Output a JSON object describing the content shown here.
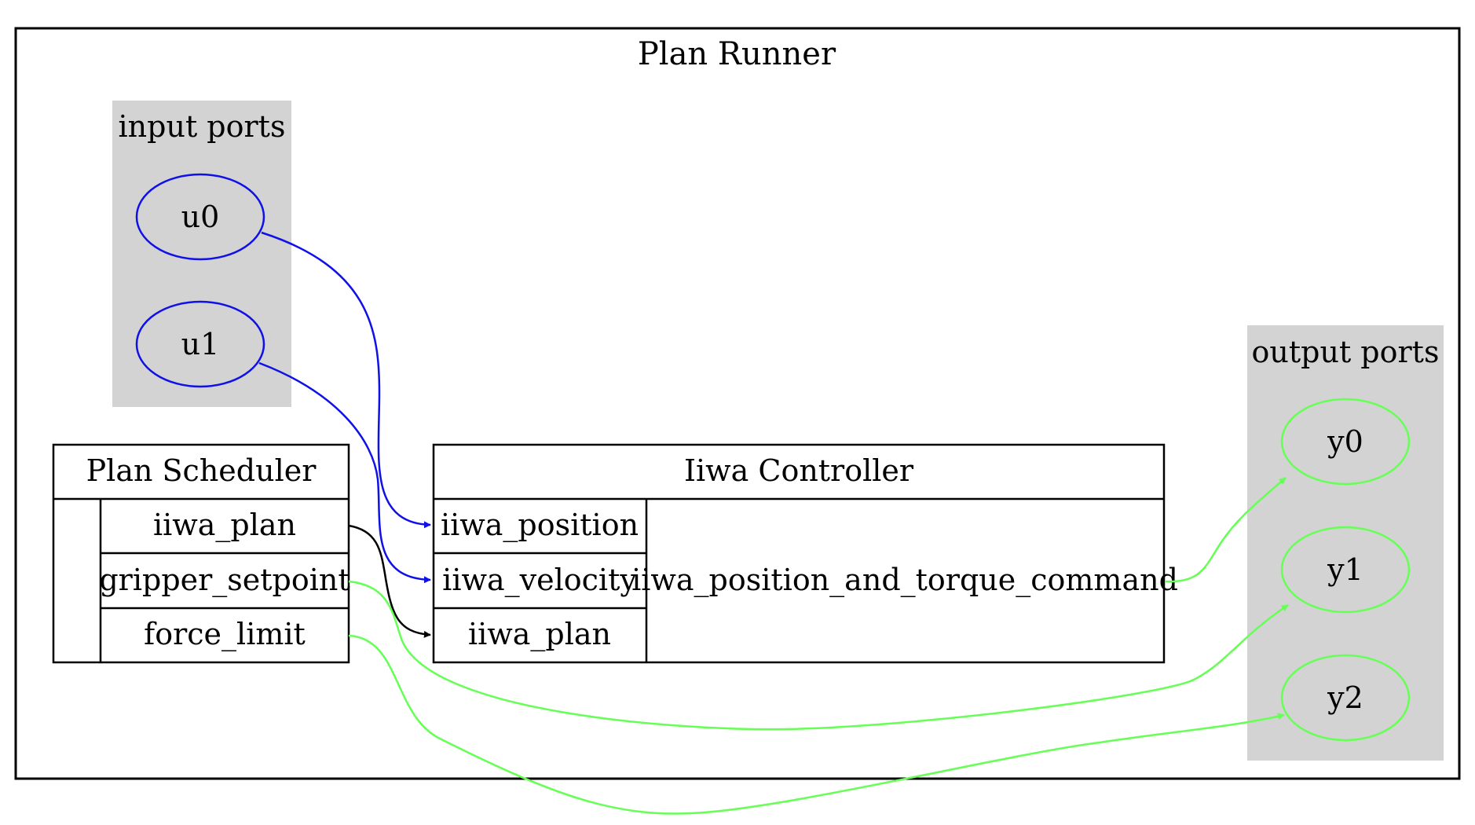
{
  "diagram": {
    "title": "Plan Runner",
    "input_ports": {
      "label": "input ports",
      "ports": [
        "u0",
        "u1"
      ]
    },
    "output_ports": {
      "label": "output ports",
      "ports": [
        "y0",
        "y1",
        "y2"
      ]
    },
    "plan_scheduler": {
      "title": "Plan Scheduler",
      "outputs": [
        "iiwa_plan",
        "gripper_setpoint",
        "force_limit"
      ]
    },
    "iiwa_controller": {
      "title": "Iiwa Controller",
      "inputs": [
        "iiwa_position",
        "iiwa_velocity",
        "iiwa_plan"
      ],
      "output": "iiwa_position_and_torque_command"
    },
    "edges": [
      {
        "from": "u0",
        "to": "iiwa_controller.iiwa_position",
        "color": "#1010e8"
      },
      {
        "from": "u1",
        "to": "iiwa_controller.iiwa_velocity",
        "color": "#1010e8"
      },
      {
        "from": "plan_scheduler.iiwa_plan",
        "to": "iiwa_controller.iiwa_plan",
        "color": "#000000"
      },
      {
        "from": "iiwa_controller.iiwa_position_and_torque_command",
        "to": "y0",
        "color": "#66ff55"
      },
      {
        "from": "plan_scheduler.gripper_setpoint",
        "to": "y1",
        "color": "#66ff55"
      },
      {
        "from": "plan_scheduler.force_limit",
        "to": "y2",
        "color": "#66ff55"
      }
    ],
    "colors": {
      "cluster_fill": "#d3d3d3",
      "input_edge": "#1010e8",
      "output_edge": "#66ff55",
      "internal_edge": "#000000"
    }
  }
}
